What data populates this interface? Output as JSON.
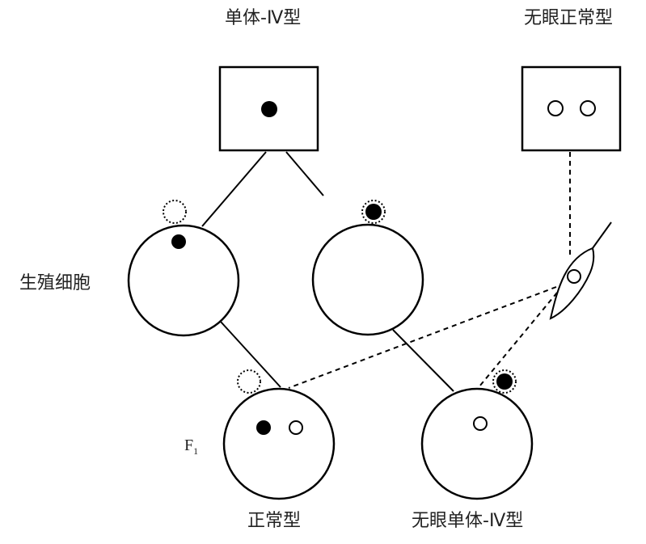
{
  "labels": {
    "monosomy_iv_parent": "单体-Ⅳ型",
    "eyeless_normal_parent": "无眼正常型",
    "gametes": "生殖细胞",
    "f1_prefix": "F",
    "f1_subscript": "1",
    "offspring_normal": "正常型",
    "offspring_eyeless_monosomy": "无眼单体-Ⅳ型"
  },
  "legend_semantics": {
    "filled_dot": "chromosome IV carrying dominant (normal eye) allele",
    "open_dot": "chromosome IV carrying eyeless allele",
    "dotted_circle": "missing chromosome IV position"
  },
  "colors": {
    "stroke": "#000000",
    "text": "#222222",
    "background": "#ffffff"
  }
}
